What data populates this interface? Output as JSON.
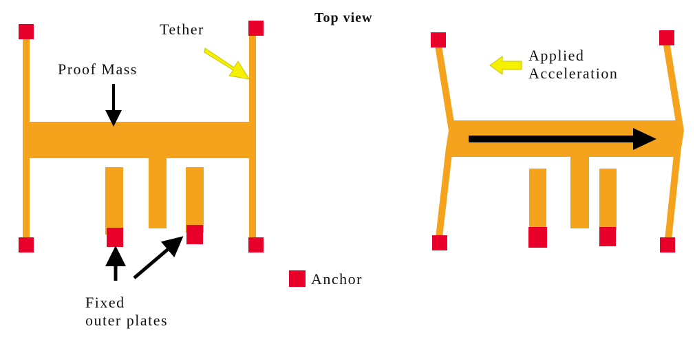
{
  "title": "Top view",
  "labels": {
    "tether": "Tether",
    "proof_mass": "Proof Mass",
    "applied_acceleration_line1": "Applied",
    "applied_acceleration_line2": "Acceleration",
    "fixed_outer_plates_line1": "Fixed",
    "fixed_outer_plates_line2": "outer plates",
    "anchor_legend": "Anchor"
  },
  "colors": {
    "structure": "#f5a21c",
    "anchor": "#e8002a",
    "arrow_dark": "#000000",
    "arrow_yellow": "#f4f000"
  }
}
